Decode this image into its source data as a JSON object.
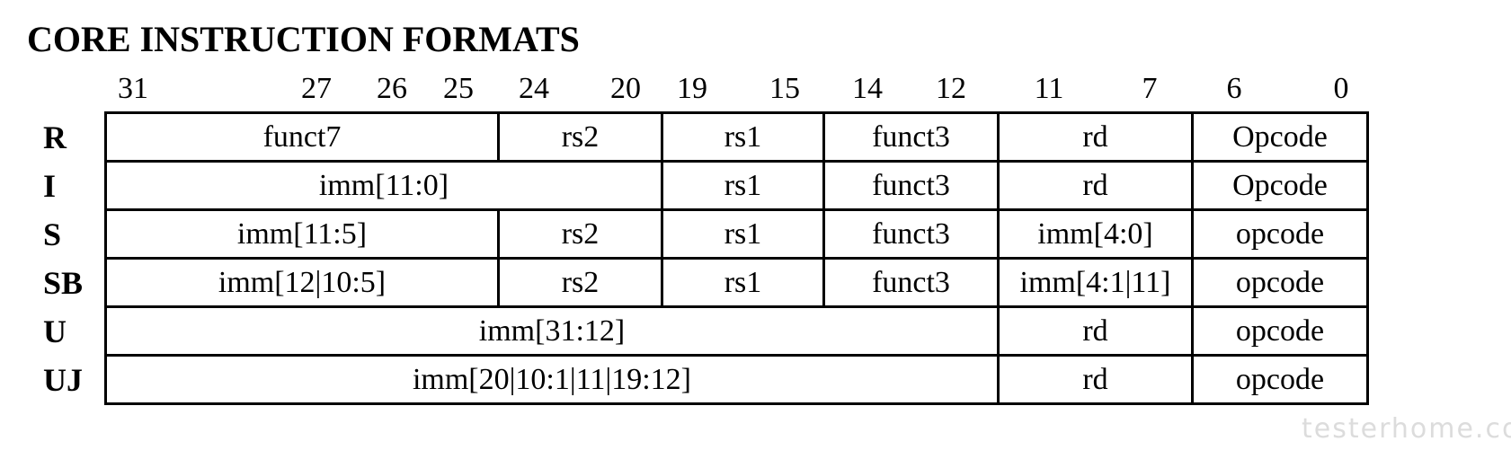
{
  "title": "CORE INSTRUCTION FORMATS",
  "bit_labels": [
    "31",
    "27",
    "26",
    "25",
    "24",
    "20",
    "19",
    "15",
    "14",
    "12",
    "11",
    "7",
    "6",
    "0"
  ],
  "rows": [
    {
      "label": "R",
      "fields": [
        {
          "text": "funct7",
          "hi": 31,
          "lo": 25
        },
        {
          "text": "rs2",
          "hi": 24,
          "lo": 20
        },
        {
          "text": "rs1",
          "hi": 19,
          "lo": 15
        },
        {
          "text": "funct3",
          "hi": 14,
          "lo": 12
        },
        {
          "text": "rd",
          "hi": 11,
          "lo": 7
        },
        {
          "text": "Opcode",
          "hi": 6,
          "lo": 0
        }
      ]
    },
    {
      "label": "I",
      "fields": [
        {
          "text": "imm[11:0]",
          "hi": 31,
          "lo": 20
        },
        {
          "text": "rs1",
          "hi": 19,
          "lo": 15
        },
        {
          "text": "funct3",
          "hi": 14,
          "lo": 12
        },
        {
          "text": "rd",
          "hi": 11,
          "lo": 7
        },
        {
          "text": "Opcode",
          "hi": 6,
          "lo": 0
        }
      ]
    },
    {
      "label": "S",
      "fields": [
        {
          "text": "imm[11:5]",
          "hi": 31,
          "lo": 25
        },
        {
          "text": "rs2",
          "hi": 24,
          "lo": 20
        },
        {
          "text": "rs1",
          "hi": 19,
          "lo": 15
        },
        {
          "text": "funct3",
          "hi": 14,
          "lo": 12
        },
        {
          "text": "imm[4:0]",
          "hi": 11,
          "lo": 7
        },
        {
          "text": "opcode",
          "hi": 6,
          "lo": 0
        }
      ]
    },
    {
      "label": "SB",
      "fields": [
        {
          "text": "imm[12|10:5]",
          "hi": 31,
          "lo": 25
        },
        {
          "text": "rs2",
          "hi": 24,
          "lo": 20
        },
        {
          "text": "rs1",
          "hi": 19,
          "lo": 15
        },
        {
          "text": "funct3",
          "hi": 14,
          "lo": 12
        },
        {
          "text": "imm[4:1|11]",
          "hi": 11,
          "lo": 7
        },
        {
          "text": "opcode",
          "hi": 6,
          "lo": 0
        }
      ]
    },
    {
      "label": "U",
      "fields": [
        {
          "text": "imm[31:12]",
          "hi": 31,
          "lo": 12
        },
        {
          "text": "rd",
          "hi": 11,
          "lo": 7
        },
        {
          "text": "opcode",
          "hi": 6,
          "lo": 0
        }
      ]
    },
    {
      "label": "UJ",
      "fields": [
        {
          "text": "imm[20|10:1|11|19:12]",
          "hi": 31,
          "lo": 12
        },
        {
          "text": "rd",
          "hi": 11,
          "lo": 7
        },
        {
          "text": "opcode",
          "hi": 6,
          "lo": 0
        }
      ]
    }
  ],
  "watermark": "testerhome.com"
}
